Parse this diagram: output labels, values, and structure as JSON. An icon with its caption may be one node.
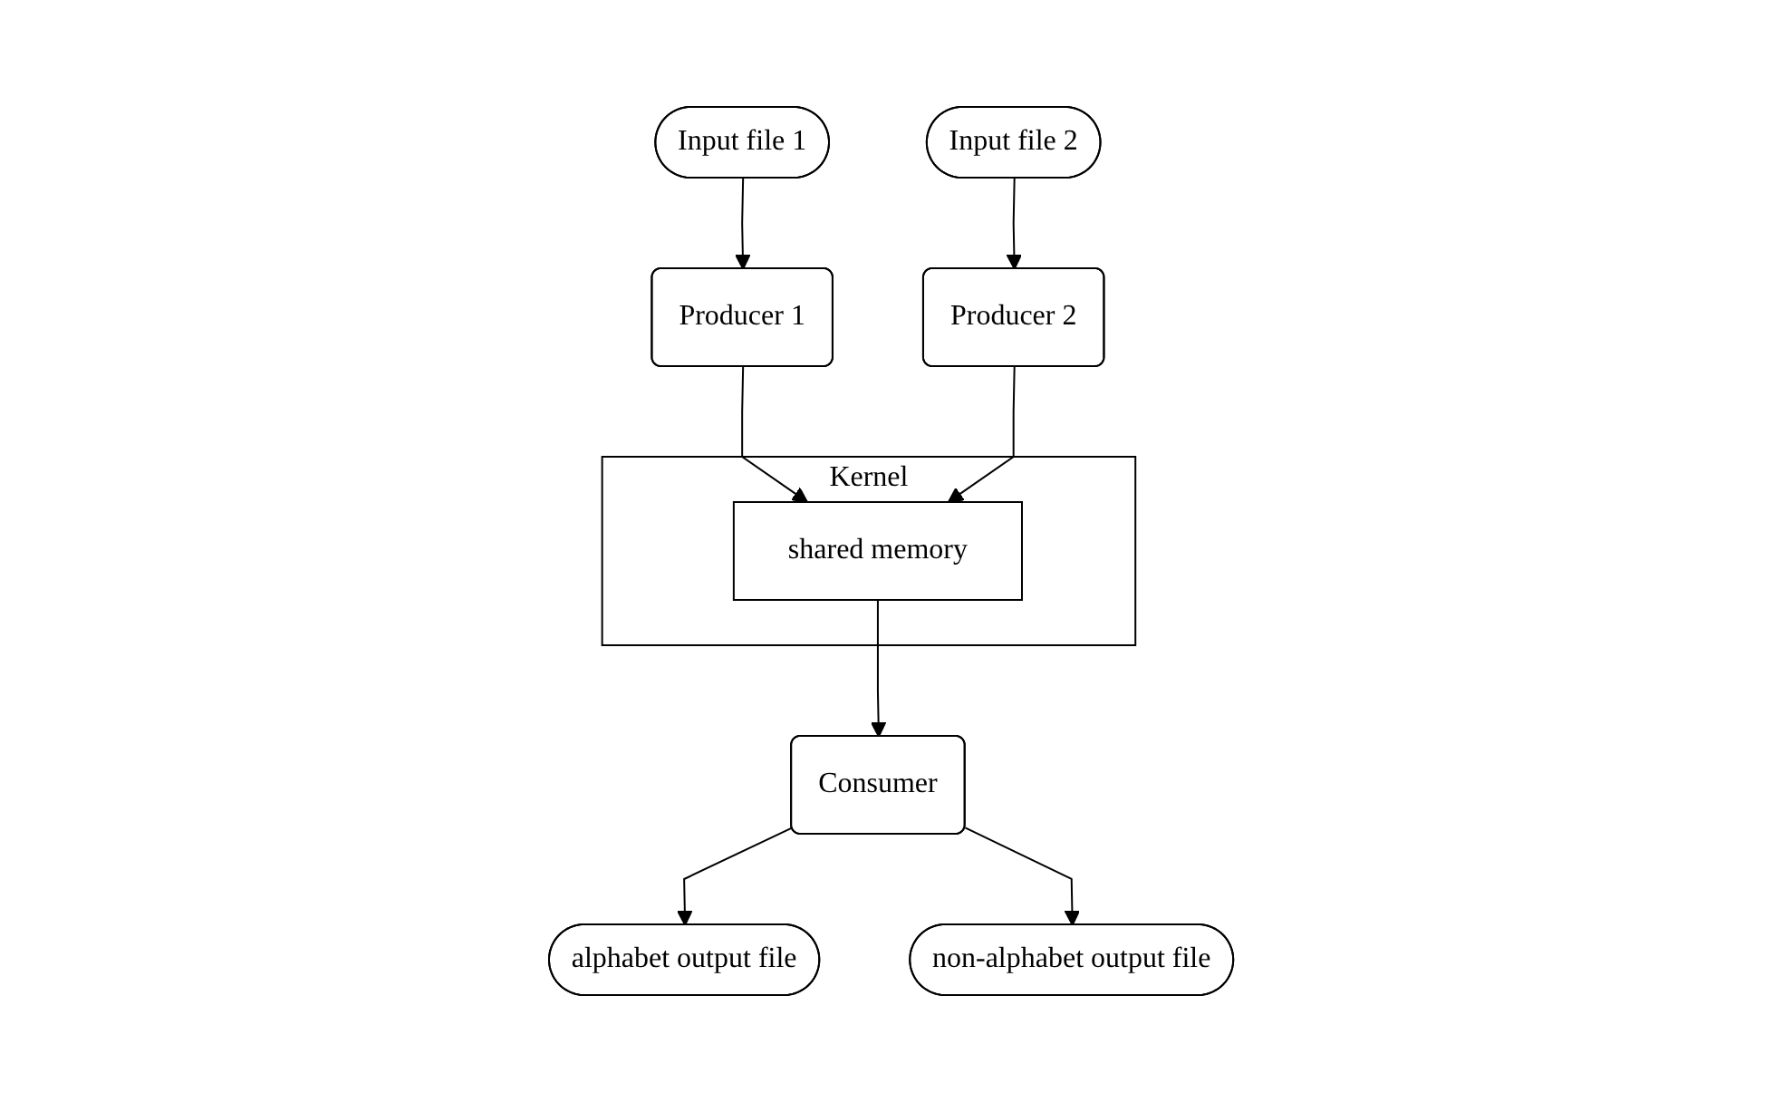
{
  "diagram": {
    "nodes": [
      {
        "text": [
          "alphabet output file"
        ]
      },
      {
        "text": [
          "non-alphabet output file"
        ]
      },
      {
        "text": [
          "Input file 1"
        ]
      },
      {
        "text": [
          "Consumer"
        ]
      },
      {
        "text": [
          "Input file 2"
        ]
      },
      {
        "text": [
          "Producer 1"
        ]
      },
      {
        "text": [
          "Producer 2"
        ]
      },
      {
        "text": [
          "Kernel"
        ]
      },
      {
        "text": [
          "shared memory"
        ],
        "in": 7
      }
    ],
    "edges": [
      {
        "from": 3,
        "to": 0,
        "arrow": "to"
      },
      {
        "from": 3,
        "to": 1,
        "arrow": "to"
      },
      {
        "from": 2,
        "to": 5,
        "arrow": "to"
      },
      {
        "from": 4,
        "to": 6,
        "arrow": "to"
      },
      {
        "from": 5,
        "to": 8,
        "arrow": "to"
      },
      {
        "from": 6,
        "to": 8,
        "arrow": "to"
      },
      {
        "from": 8,
        "to": 3,
        "arrow": "to"
      }
    ]
  }
}
